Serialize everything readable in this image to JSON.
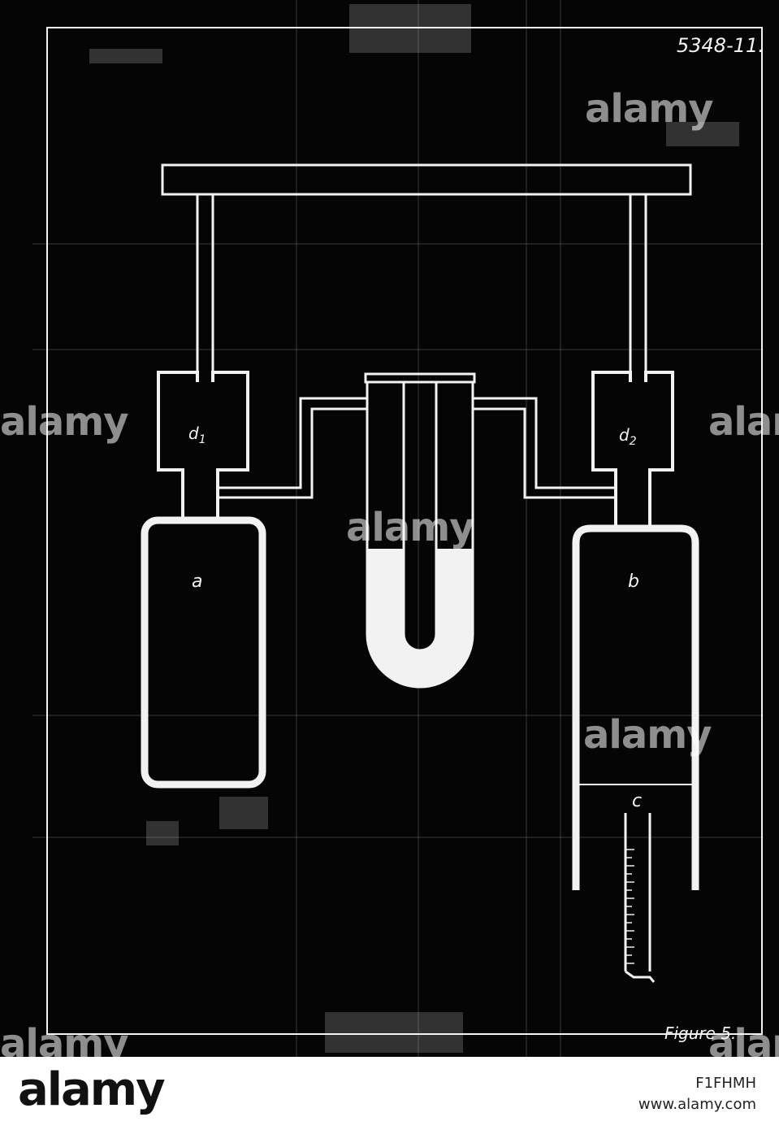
{
  "drawing": {
    "plate_number": "5348-11.",
    "figure_label": "Figure 5.",
    "labels": {
      "d1": "d",
      "d1_sub": "1",
      "d2": "d",
      "d2_sub": "2",
      "a": "a",
      "b": "b",
      "c": "c"
    }
  },
  "watermark": {
    "text": "alamy"
  },
  "footer": {
    "logo": "alamy",
    "image_id": "F1FHMH",
    "url": "www.alamy.com"
  },
  "colors": {
    "background": "#050505",
    "line": "#f2f2f2",
    "footer_bg": "#ffffff"
  }
}
